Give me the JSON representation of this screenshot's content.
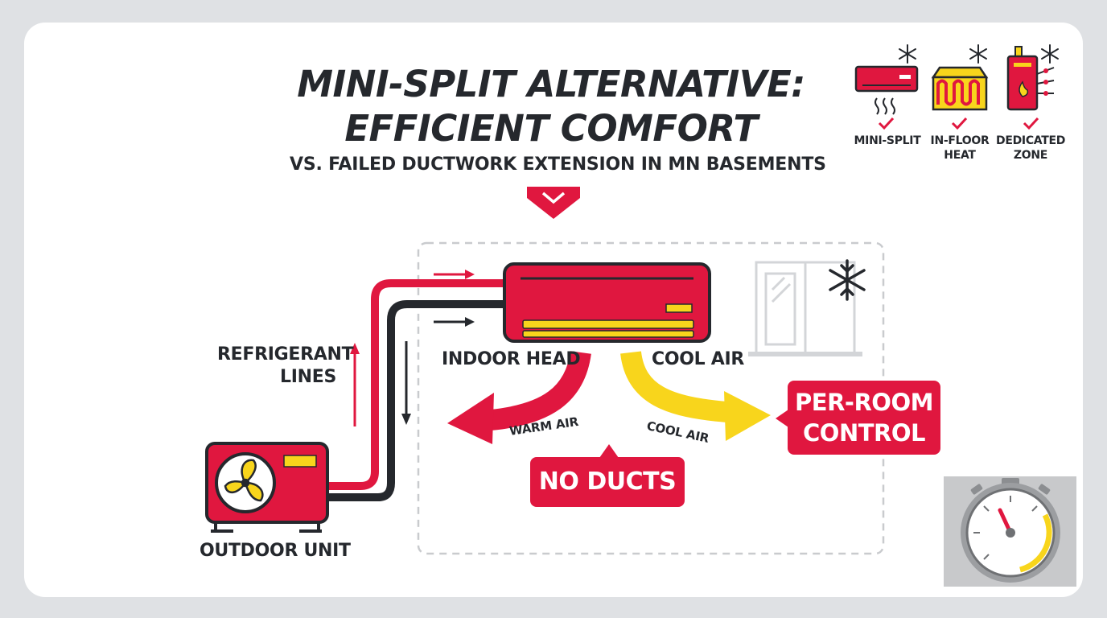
{
  "header": {
    "title_line1": "MINI-SPLIT ALTERNATIVE:",
    "title_line2": "EFFICIENT COMFORT",
    "subtitle": "VS. FAILED DUCTWORK EXTENSION IN MN BASEMENTS"
  },
  "options": [
    {
      "label": "MINI-SPLIT",
      "icon": "wall-unit-icon"
    },
    {
      "label_line1": "IN-FLOOR",
      "label_line2": "HEAT",
      "icon": "radiant-floor-icon"
    },
    {
      "label_line1": "DEDICATED",
      "label_line2": "ZONE",
      "icon": "furnace-icon"
    }
  ],
  "diagram": {
    "refrigerant_line1": "REFRIGERANT",
    "refrigerant_line2": "LINES",
    "outdoor_unit": "OUTDOOR UNIT",
    "indoor_head": "INDOOR HEAD",
    "cool_air_top": "COOL AIR",
    "warm_air": "WARM AIR",
    "cool_air_arrow": "COOL AIR",
    "no_ducts": "NO DUCTS",
    "per_room_line1": "PER-ROOM",
    "per_room_line2": "CONTROL"
  },
  "colors": {
    "red": "#e0173f",
    "yellow": "#f8d51c",
    "dark": "#25282d",
    "grey": "#c7c9cc"
  }
}
